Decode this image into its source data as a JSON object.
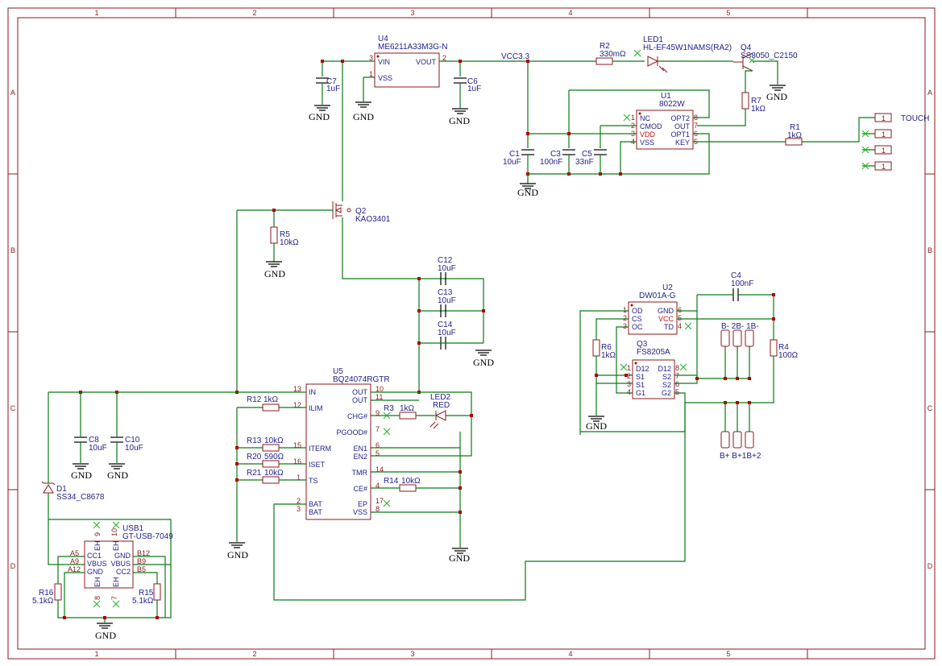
{
  "frame": {
    "columns": [
      "1",
      "2",
      "3",
      "4",
      "5"
    ],
    "rows": [
      "A",
      "B",
      "C",
      "D"
    ]
  },
  "components": {
    "U4": {
      "ref": "U4",
      "value": "ME6211A33M3G-N",
      "pins": {
        "vin": "VIN",
        "vss": "VSS",
        "vout": "VOUT"
      },
      "pin_numbers": {
        "vin": "3",
        "vss": "1",
        "vout": "2"
      }
    },
    "C7": {
      "ref": "C7",
      "value": "1uF"
    },
    "C6": {
      "ref": "C6",
      "value": "1uF"
    },
    "net_vcc": "VCC3.3",
    "R2": {
      "ref": "R2",
      "value": "330mΩ"
    },
    "LED1": {
      "ref": "LED1",
      "value": "HL-EF45W1NAMS(RA2)"
    },
    "Q4": {
      "ref": "Q4",
      "value": "SS8050_C2150"
    },
    "R7": {
      "ref": "R7",
      "value": "1kΩ"
    },
    "U1": {
      "ref": "U1",
      "value": "8022W",
      "pins_left": [
        "NC",
        "CMOD",
        "VDD",
        "VSS"
      ],
      "pins_right": [
        "OPT2",
        "OUT",
        "OPT1",
        "KEY"
      ],
      "nums_left": [
        "1",
        "2",
        "3",
        "4"
      ],
      "nums_right": [
        "8",
        "7",
        "6",
        "5"
      ]
    },
    "R1": {
      "ref": "R1",
      "value": "1kΩ"
    },
    "C1": {
      "ref": "C1",
      "value": "10uF"
    },
    "C3": {
      "ref": "C3",
      "value": "100nF"
    },
    "C5": {
      "ref": "C5",
      "value": "33nF"
    },
    "touch": {
      "label": "TOUCH",
      "pads": [
        "1",
        "1",
        "1",
        "1"
      ]
    },
    "Q2": {
      "ref": "Q2",
      "value": "KAO3401"
    },
    "R5": {
      "ref": "R5",
      "value": "10kΩ"
    },
    "C12": {
      "ref": "C12",
      "value": "10uF"
    },
    "C13": {
      "ref": "C13",
      "value": "10uF"
    },
    "C14": {
      "ref": "C14",
      "value": "10uF"
    },
    "U2": {
      "ref": "U2",
      "value": "DW01A-G",
      "pins_left": [
        "OD",
        "CS",
        "OC"
      ],
      "pins_right": [
        "GND",
        "VCC",
        "TD"
      ],
      "nums_left": [
        "1",
        "2",
        "3"
      ],
      "nums_right": [
        "6",
        "5",
        "4"
      ]
    },
    "C4": {
      "ref": "C4",
      "value": "100nF"
    },
    "R6": {
      "ref": "R6",
      "value": "1kΩ"
    },
    "R4": {
      "ref": "R4",
      "value": "100Ω"
    },
    "Q3": {
      "ref": "Q3",
      "value": "FS8205A",
      "pins_left": [
        "D12",
        "S1",
        "S1",
        "G1"
      ],
      "pins_right": [
        "D12",
        "S2",
        "S2",
        "G2"
      ],
      "nums_left": [
        "1",
        "2",
        "3",
        "4"
      ],
      "nums_right": [
        "8",
        "7",
        "6",
        "5"
      ]
    },
    "batt_top_labels": "B- 2B- 1B-",
    "batt_bot_labels": "B+ B+1B+2",
    "U5": {
      "ref": "U5",
      "value": "BQ24074RGTR",
      "pins_left": [
        "IN",
        "ILIM",
        "ITERM",
        "ISET",
        "TS",
        "BAT",
        "BAT"
      ],
      "nums_left": [
        "13",
        "12",
        "15",
        "16",
        "1",
        "2",
        "3"
      ],
      "pins_right": [
        "OUT",
        "OUT",
        "CHG#",
        "PGOOD#",
        "EN1",
        "EN2",
        "TMR",
        "CE#",
        "EP",
        "VSS"
      ],
      "nums_right": [
        "10",
        "11",
        "9",
        "7",
        "6",
        "5",
        "14",
        "4",
        "17",
        "8"
      ]
    },
    "R12": {
      "ref": "R12",
      "value": "1kΩ"
    },
    "R13": {
      "ref": "R13",
      "value": "10kΩ"
    },
    "R20": {
      "ref": "R20",
      "value": "590Ω"
    },
    "R21": {
      "ref": "R21",
      "value": "10kΩ"
    },
    "R3": {
      "ref": "R3",
      "value": "1kΩ"
    },
    "R14": {
      "ref": "R14",
      "value": "10kΩ"
    },
    "LED2": {
      "ref": "LED2",
      "value": "RED"
    },
    "C8": {
      "ref": "C8",
      "value": "10uF"
    },
    "C10": {
      "ref": "C10",
      "value": "10uF"
    },
    "D1": {
      "ref": "D1",
      "value": "SS34_C8678"
    },
    "USB1": {
      "ref": "USB1",
      "value": "GT-USB-7049",
      "pins_left": [
        "CC1",
        "VBUS",
        "GND"
      ],
      "pins_right": [
        "GND",
        "VBUS",
        "CC2"
      ],
      "nums_left": [
        "A5",
        "A9",
        "A12"
      ],
      "nums_right": [
        "B12",
        "B9",
        "B5"
      ],
      "eh": [
        "EH",
        "EH",
        "EH",
        "EH"
      ],
      "eh_nums": [
        "9",
        "10",
        "8",
        "7"
      ]
    },
    "R16": {
      "ref": "R16",
      "value": "5.1kΩ"
    },
    "R15": {
      "ref": "R15",
      "value": "5.1kΩ"
    }
  },
  "gnd_label": "GND"
}
